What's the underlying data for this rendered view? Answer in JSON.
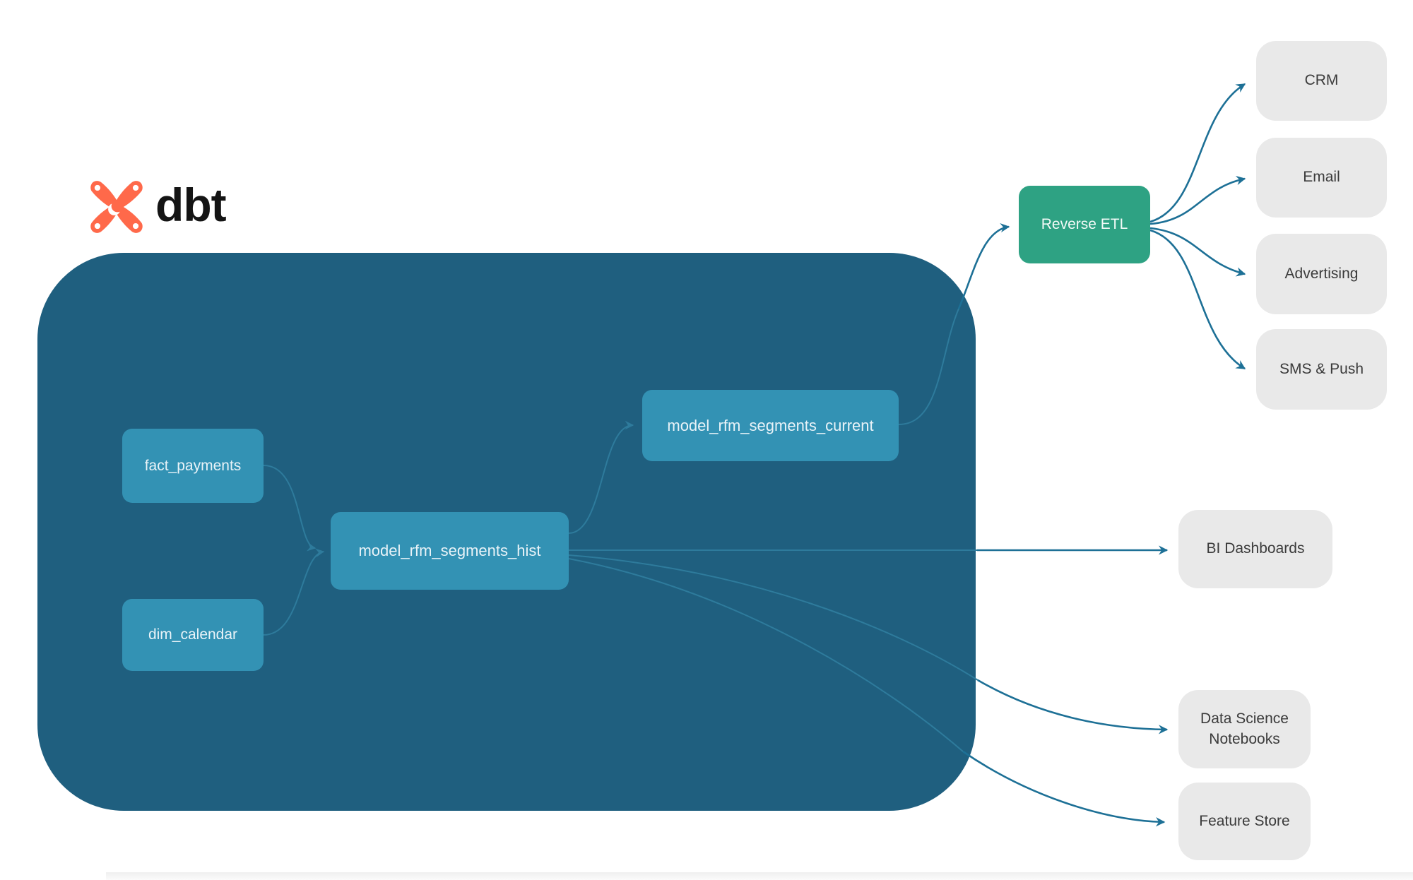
{
  "brand": {
    "name": "dbt",
    "logo_icon": "dbt-star-icon",
    "logo_color": "#ff694a"
  },
  "colors": {
    "container_bg": "#1f5f7f",
    "model_node_bg": "#3392b4",
    "etl_node_bg": "#2ea283",
    "destination_node_bg": "#e9e9e9",
    "edge_inside_container": "#2e7b9c",
    "edge_outside_container": "#1d7096",
    "model_node_text": "#e9f3f8",
    "destination_node_text": "#3b3b3b",
    "brand_text_color": "#141414"
  },
  "nodes": {
    "fact_payments": {
      "label": "fact_payments",
      "type": "model"
    },
    "dim_calendar": {
      "label": "dim_calendar",
      "type": "model"
    },
    "model_rfm_segments_hist": {
      "label": "model_rfm_segments_hist",
      "type": "model"
    },
    "model_rfm_segments_current": {
      "label": "model_rfm_segments_current",
      "type": "model"
    },
    "reverse_etl": {
      "label": "Reverse ETL",
      "type": "etl"
    },
    "crm": {
      "label": "CRM",
      "type": "destination"
    },
    "email": {
      "label": "Email",
      "type": "destination"
    },
    "advertising": {
      "label": "Advertising",
      "type": "destination"
    },
    "sms_push": {
      "label": "SMS & Push",
      "type": "destination"
    },
    "bi_dashboards": {
      "label": "BI Dashboards",
      "type": "destination"
    },
    "data_science_notebooks": {
      "label": "Data Science Notebooks",
      "type": "destination"
    },
    "feature_store": {
      "label": "Feature Store",
      "type": "destination"
    }
  },
  "edges": [
    {
      "from": "fact_payments",
      "to": "model_rfm_segments_hist"
    },
    {
      "from": "dim_calendar",
      "to": "model_rfm_segments_hist"
    },
    {
      "from": "model_rfm_segments_hist",
      "to": "model_rfm_segments_current"
    },
    {
      "from": "model_rfm_segments_current",
      "to": "reverse_etl"
    },
    {
      "from": "reverse_etl",
      "to": "crm"
    },
    {
      "from": "reverse_etl",
      "to": "email"
    },
    {
      "from": "reverse_etl",
      "to": "advertising"
    },
    {
      "from": "reverse_etl",
      "to": "sms_push"
    },
    {
      "from": "model_rfm_segments_hist",
      "to": "bi_dashboards"
    },
    {
      "from": "model_rfm_segments_hist",
      "to": "data_science_notebooks"
    },
    {
      "from": "model_rfm_segments_hist",
      "to": "feature_store"
    }
  ]
}
